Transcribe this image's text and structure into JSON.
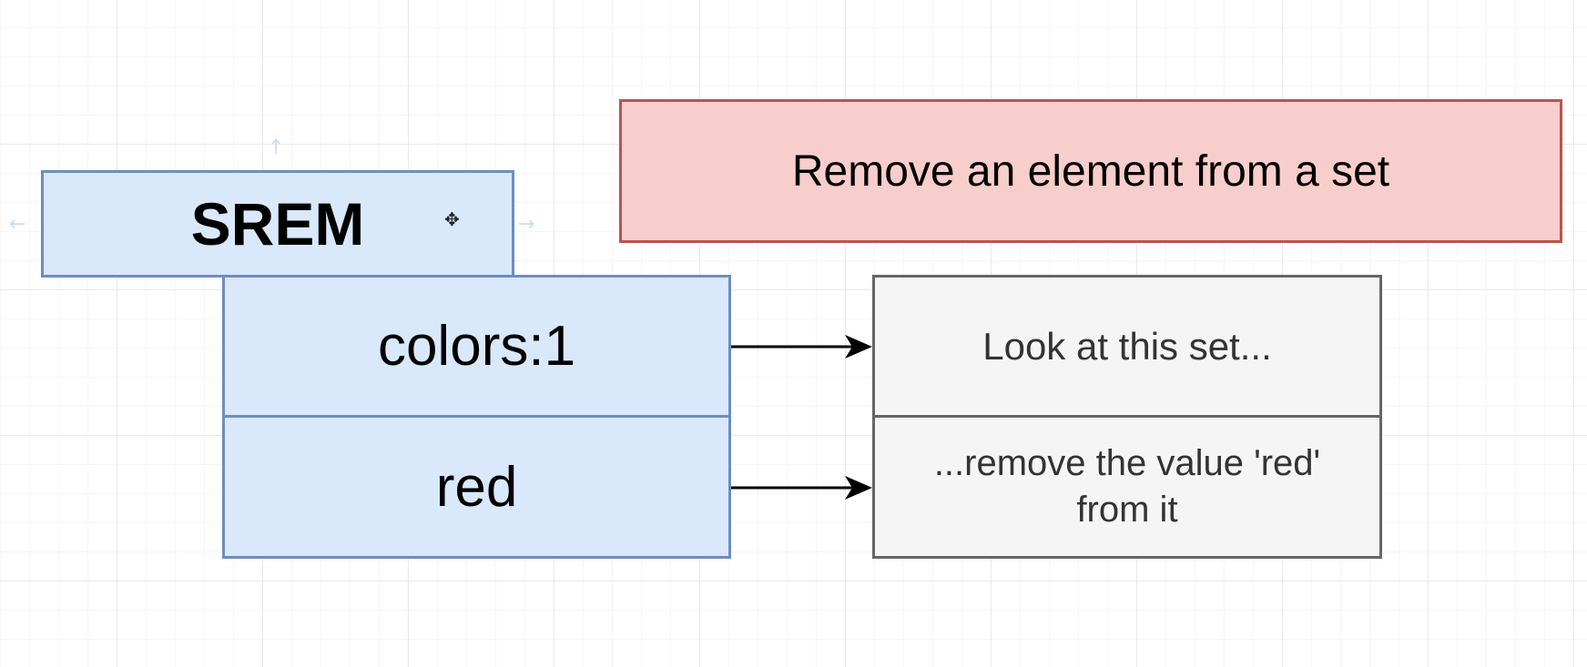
{
  "diagram": {
    "command": "SREM",
    "key": "colors:1",
    "member": "red",
    "title": "Remove an element from a set",
    "note_key": "Look at this set...",
    "note_member": "...remove the value 'red' from it"
  },
  "colors": {
    "blue_fill": "#dae8fc",
    "blue_stroke": "#6c8ebf",
    "red_fill": "#f8cecc",
    "red_stroke": "#b85450",
    "gray_fill": "#f5f5f5",
    "gray_stroke": "#666666"
  },
  "icons": {
    "handles": [
      "arrow-up-icon",
      "arrow-left-icon",
      "arrow-right-icon"
    ],
    "cursor": "move-cursor-icon"
  }
}
